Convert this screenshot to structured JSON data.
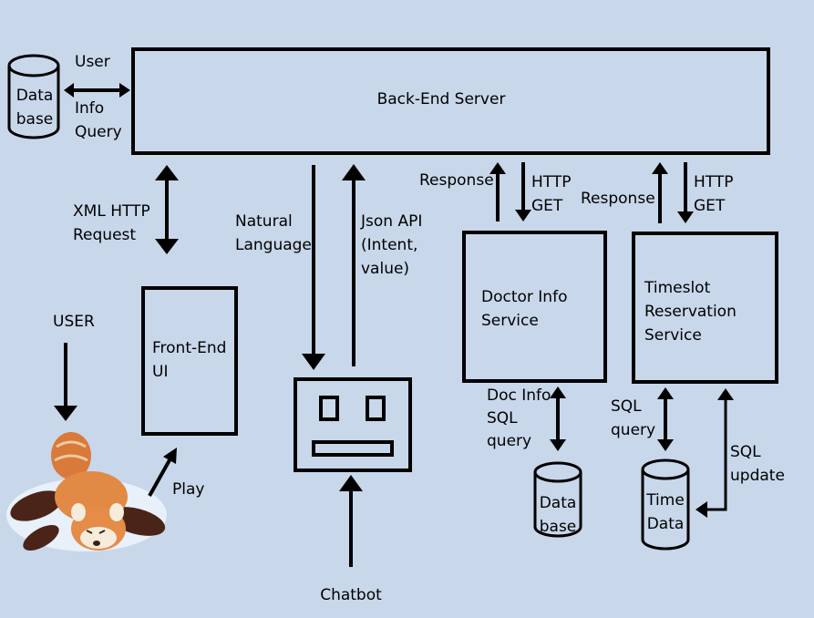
{
  "colors": {
    "background": "#c8d7ea",
    "stroke": "#000000"
  },
  "nodes": {
    "backend": "Back-End Server",
    "frontend": [
      "Front-End",
      "UI"
    ],
    "doctor_service": [
      "Doctor Info",
      "Service"
    ],
    "timeslot_service": [
      "Timeslot",
      "Reservation",
      "Service"
    ],
    "db_left": [
      "Data",
      "base"
    ],
    "db_doc": [
      "Data",
      "base"
    ],
    "db_time": [
      "Time",
      "Data"
    ],
    "chatbot": "Chatbot",
    "user": "USER"
  },
  "edges": {
    "user_info_query": [
      "User",
      "Info",
      "Query"
    ],
    "xml_http_request": [
      "XML HTTP",
      "Request"
    ],
    "natural_language": [
      "Natural",
      "Language"
    ],
    "json_api": [
      "Json API",
      "(Intent,",
      "value)"
    ],
    "doc_response": "Response",
    "doc_http_get": [
      "HTTP",
      "GET"
    ],
    "time_response": "Response",
    "time_http_get": [
      "HTTP",
      "GET"
    ],
    "doc_info_sql": [
      "Doc Info",
      "SQL",
      "query"
    ],
    "sql_query": [
      "SQL",
      "query"
    ],
    "sql_update": [
      "SQL",
      "update"
    ],
    "play": "Play"
  }
}
